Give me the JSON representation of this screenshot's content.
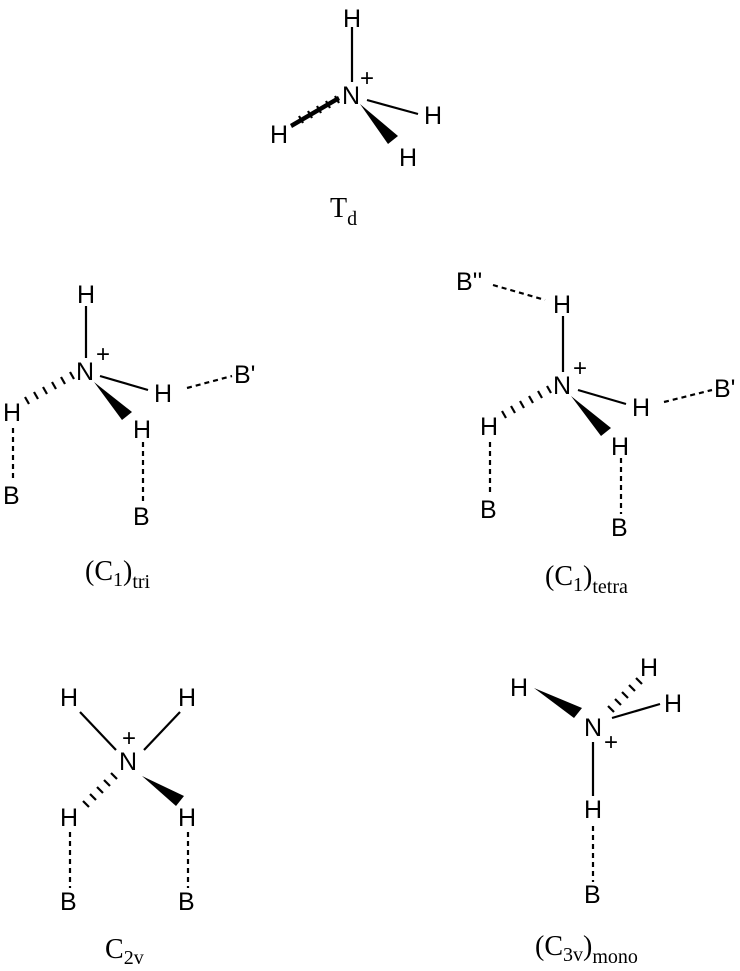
{
  "atoms": {
    "N": "N",
    "H": "H",
    "B": "B",
    "Bp": "B'",
    "Bpp": "B''",
    "plus": "+"
  },
  "labels": {
    "td": {
      "main": "T",
      "sub": "d"
    },
    "c1tri": {
      "main": "(C",
      "sub1": "1",
      "close": ")",
      "sub2": "tri"
    },
    "c1tet": {
      "main": "(C",
      "sub1": "1",
      "close": ")",
      "sub2": "tetra"
    },
    "c2v": {
      "main": "C",
      "sub": "2v"
    },
    "c3v": {
      "main": "(C",
      "sub1": "3v",
      "close": ")",
      "sub2": "mono"
    }
  }
}
